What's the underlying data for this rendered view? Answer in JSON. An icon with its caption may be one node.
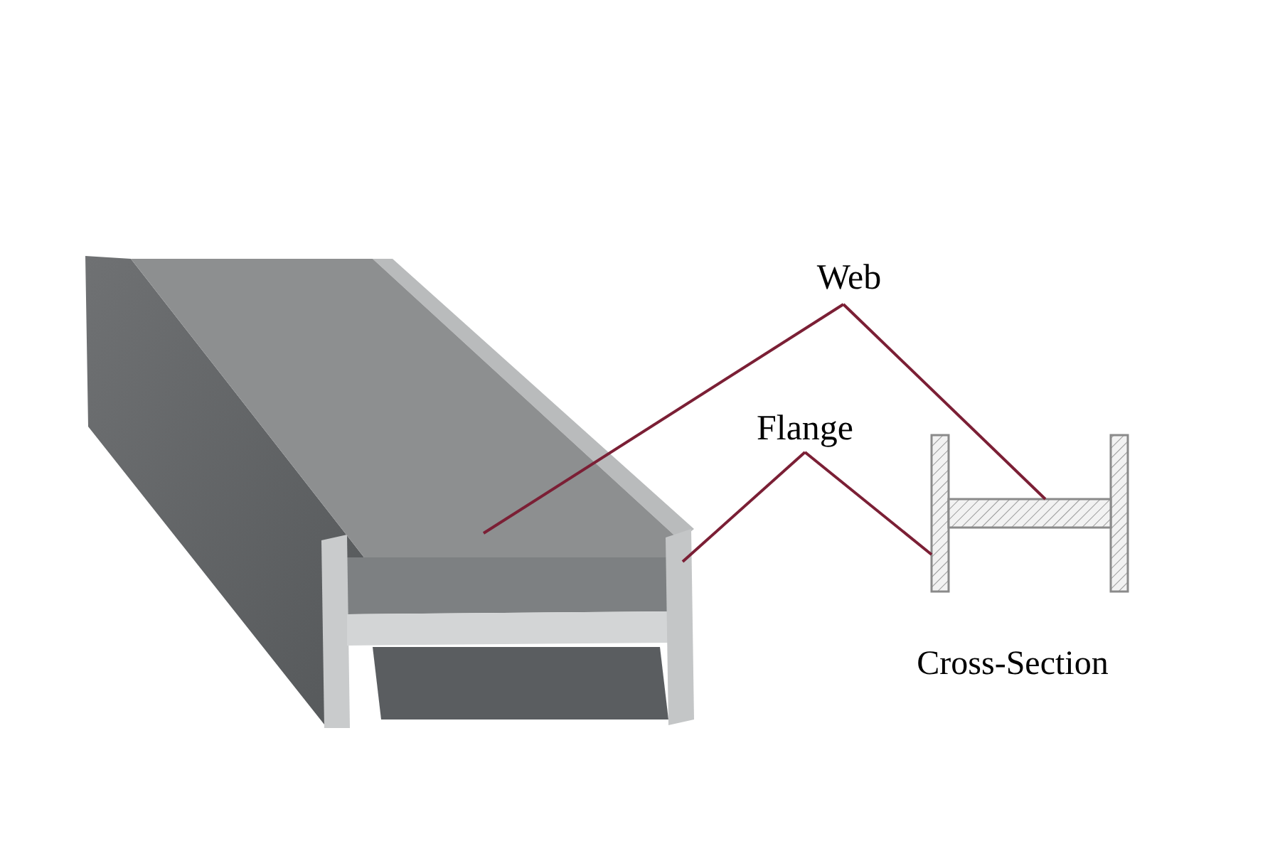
{
  "diagram": {
    "nodes": [
      {
        "text": [
          "Web"
        ]
      },
      {
        "text": [
          "Flange"
        ]
      },
      {
        "text": [],
        "shape": "picture"
      },
      {
        "text": [],
        "shape": "box"
      },
      {
        "text": [],
        "shape": "bar"
      },
      {
        "text": [],
        "shape": "box"
      }
    ],
    "edges": [
      {
        "from": 0,
        "to": 2,
        "arrow": "none"
      },
      {
        "from": 0,
        "to": 5,
        "arrow": "none"
      },
      {
        "from": 1,
        "to": 4,
        "arrow": "none"
      },
      {
        "from": 1,
        "to": 3,
        "arrow": "none"
      }
    ],
    "labels": [
      "Cross-Section"
    ]
  }
}
